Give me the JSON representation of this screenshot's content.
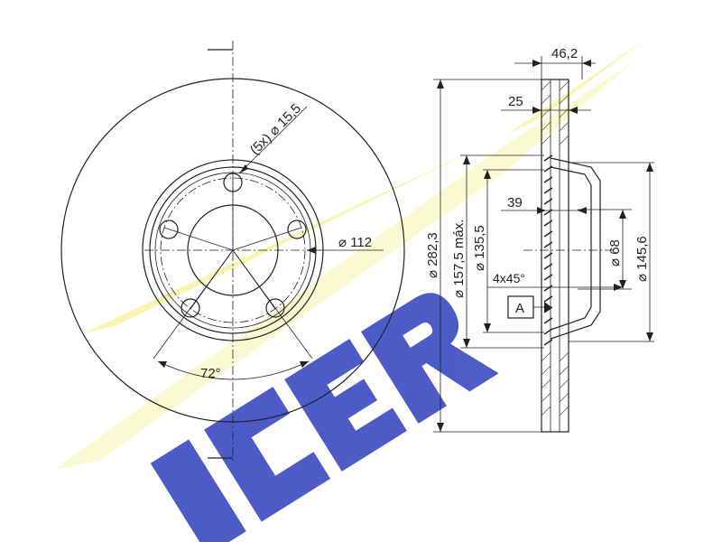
{
  "brand": {
    "logo_text": "ICER",
    "logo_color": "#1f2fb0",
    "swoosh_color": "#f4f08a"
  },
  "front_view": {
    "bolt_holes_label": "(5x) ⌀ 15,5",
    "pcd_label": "⌀ 112",
    "angle_label": "72°"
  },
  "side_view": {
    "width_label": "46,2",
    "thickness_label": "25",
    "hat_height_label": "39",
    "chamfer_label": "4x45°",
    "datum_label": "A",
    "outer_diameter_label": "⌀ 282,3",
    "friction_inner_label": "⌀ 157,5 máx.",
    "hat_diameter_label": "⌀ 135,5",
    "center_bore_label": "⌀ 68",
    "hub_diameter_label": "⌀ 145,6"
  }
}
